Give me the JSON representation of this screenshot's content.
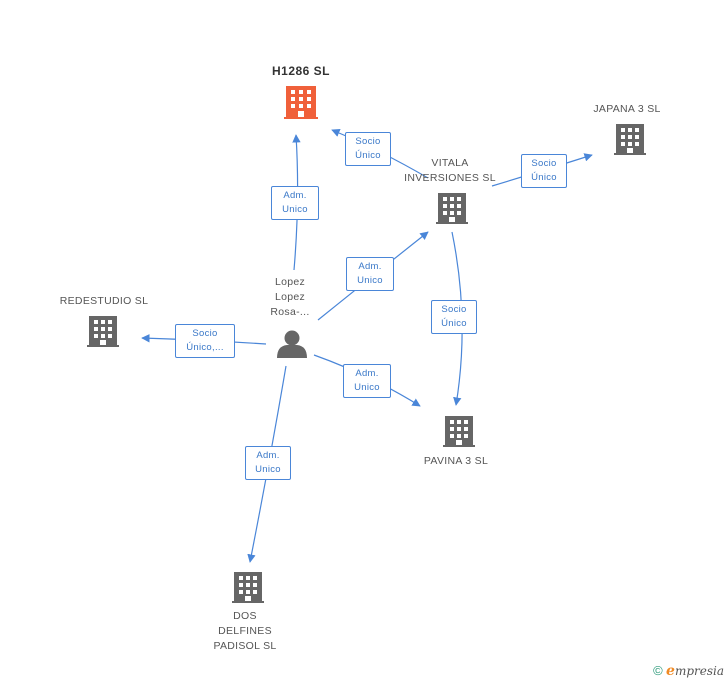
{
  "nodes": {
    "h1286": {
      "label": "H1286  SL",
      "type": "company",
      "color": "#f0603a"
    },
    "japana": {
      "label": "JAPANA 3 SL",
      "type": "company",
      "color": "#666666"
    },
    "vitala": {
      "label": "VITALA\nINVERSIONES SL",
      "type": "company",
      "color": "#666666"
    },
    "redestudio": {
      "label": "REDESTUDIO SL",
      "type": "company",
      "color": "#666666"
    },
    "person": {
      "label": "Lopez\nLopez\nRosa-...",
      "type": "person",
      "color": "#666666"
    },
    "pavina": {
      "label": "PAVINA 3  SL",
      "type": "company",
      "color": "#666666"
    },
    "dos": {
      "label": "DOS\nDELFINES\nPADISOL SL",
      "type": "company",
      "color": "#666666"
    }
  },
  "edges": {
    "vitala_h1286": {
      "label": "Socio\nÚnico"
    },
    "person_h1286": {
      "label": "Adm.\nUnico"
    },
    "vitala_japana": {
      "label": "Socio\nÚnico"
    },
    "person_vitala": {
      "label": "Adm.\nUnico"
    },
    "vitala_pavina": {
      "label": "Socio\nÚnico"
    },
    "person_redestudio": {
      "label": "Socio\nÚnico,..."
    },
    "person_pavina": {
      "label": "Adm.\nUnico"
    },
    "person_dos": {
      "label": "Adm.\nUnico"
    }
  },
  "edge_color": "#4a86d8",
  "footer": {
    "copyright": "©",
    "brand_initial": "e",
    "brand_rest": "mpresia"
  }
}
